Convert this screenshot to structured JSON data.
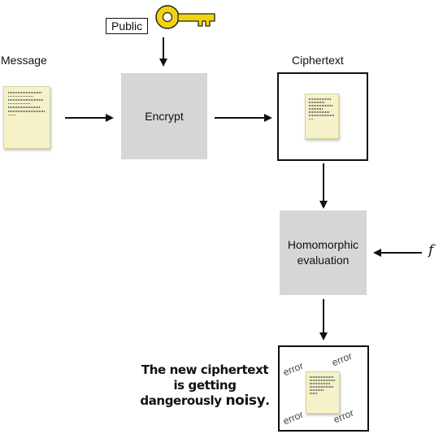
{
  "labels": {
    "message": "Message",
    "ciphertext": "Ciphertext",
    "public_key": "Public",
    "function_symbol": "f"
  },
  "boxes": {
    "encrypt": "Encrypt",
    "evaluation_line1": "Homomorphic",
    "evaluation_line2": "evaluation"
  },
  "errors": [
    "error",
    "error",
    "error",
    "error"
  ],
  "note": {
    "line1": "The new ciphertext",
    "line2": "is getting",
    "line3_prefix": "dangerously ",
    "line3_emph": "noisy",
    "line3_suffix": "."
  },
  "colors": {
    "process_box": "#d6d6d6",
    "document": "#f5f2c9",
    "key": "#f1d40c",
    "stroke": "#111111"
  },
  "icons": [
    "key-icon",
    "document-icon"
  ]
}
